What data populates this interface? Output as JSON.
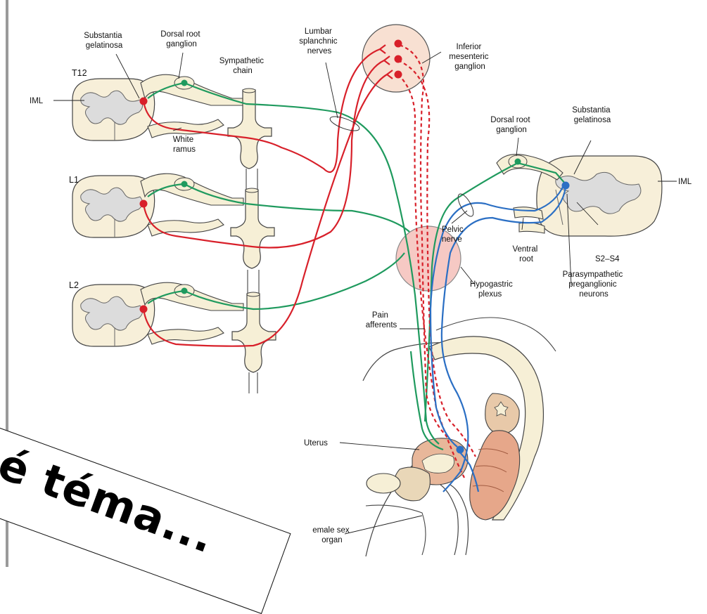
{
  "labels": {
    "substantia_gelatinosa_left": [
      "Substantia",
      "gelatinosa"
    ],
    "dorsal_root_ganglion_left": [
      "Dorsal root",
      "ganglion"
    ],
    "sympathetic_chain": [
      "Sympathetic",
      "chain"
    ],
    "lumbar_splanchnic_nerves": [
      "Lumbar",
      "splanchnic",
      "nerves"
    ],
    "inferior_mesenteric_ganglion": [
      "Inferior",
      "mesenteric",
      "ganglion"
    ],
    "t12": "T12",
    "iml_left": "IML",
    "white_ramus": [
      "White",
      "ramus"
    ],
    "l1": "L1",
    "l2": "L2",
    "dorsal_root_ganglion_right": [
      "Dorsal root",
      "ganglion"
    ],
    "substantia_gelatinosa_right": [
      "Substantia",
      "gelatinosa"
    ],
    "iml_right": "IML",
    "pelvic_nerve": [
      "Pelvic",
      "nerve"
    ],
    "ventral_root": [
      "Ventral",
      "root"
    ],
    "s2_s4": "S2–S4",
    "parasympathetic_preganglionic_neurons": [
      "Parasympathetic",
      "preganglionic",
      "neurons"
    ],
    "hypogastric_plexus": [
      "Hypogastric",
      "plexus"
    ],
    "pain_afferents": [
      "Pain",
      "afferents"
    ],
    "uterus": "Uterus",
    "female_sex_organ": [
      "emale sex",
      "organ"
    ]
  },
  "banner": {
    "text": "ané téma..."
  },
  "colors": {
    "sympathetic_red": "#d8202a",
    "afferent_green": "#1f9a5e",
    "parasympathetic_blue": "#2b6fc4",
    "cord_fill": "#f7efd9",
    "gray_matter": "#dcdcdc",
    "chain_fill": "#f6efd6",
    "ganglion_fill": "#f8e0d2",
    "plexus_fill": "#f6c9c4"
  }
}
